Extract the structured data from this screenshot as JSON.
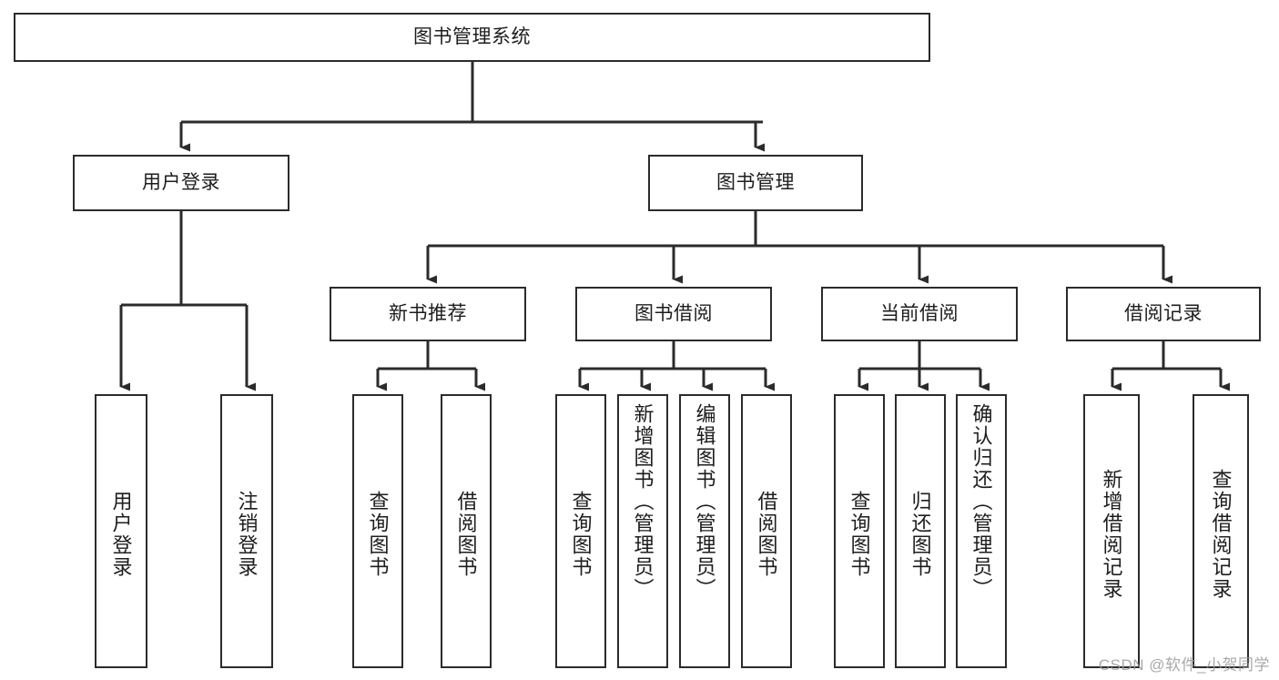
{
  "diagram": {
    "title": "图书管理系统",
    "type": "hierarchy-tree",
    "stroke_color": "#2b2b2b",
    "background_color": "#ffffff",
    "text_color": "#1d1d1d"
  },
  "nodes": {
    "root": {
      "label": "图书管理系统"
    },
    "level1": [
      {
        "id": "user-login",
        "label": "用户登录"
      },
      {
        "id": "book-management",
        "label": "图书管理"
      }
    ],
    "level2": [
      {
        "id": "new-book-recommend",
        "label": "新书推荐"
      },
      {
        "id": "book-borrow",
        "label": "图书借阅"
      },
      {
        "id": "current-borrow",
        "label": "当前借阅"
      },
      {
        "id": "borrow-record",
        "label": "借阅记录"
      }
    ],
    "leaves": {
      "user_login": [
        {
          "id": "leaf-user-login",
          "label": "用户登录"
        },
        {
          "id": "leaf-logout",
          "label": "注销登录"
        }
      ],
      "new_book_recommend": [
        {
          "id": "leaf-query-book-1",
          "label": "查询图书"
        },
        {
          "id": "leaf-borrow-book-1",
          "label": "借阅图书"
        }
      ],
      "book_borrow": [
        {
          "id": "leaf-query-book-2",
          "label": "查询图书"
        },
        {
          "id": "leaf-add-book",
          "label": "新增图书（管理员）"
        },
        {
          "id": "leaf-edit-book",
          "label": "编辑图书（管理员）"
        },
        {
          "id": "leaf-borrow-book-2",
          "label": "借阅图书"
        }
      ],
      "current_borrow": [
        {
          "id": "leaf-query-book-3",
          "label": "查询图书"
        },
        {
          "id": "leaf-return-book",
          "label": "归还图书"
        },
        {
          "id": "leaf-confirm-return",
          "label": "确认归还（管理员）"
        }
      ],
      "borrow_record": [
        {
          "id": "leaf-add-record",
          "label": "新增借阅记录"
        },
        {
          "id": "leaf-query-record",
          "label": "查询借阅记录"
        }
      ]
    }
  },
  "watermark": {
    "text": "CSDN @软件_小贺同学"
  }
}
